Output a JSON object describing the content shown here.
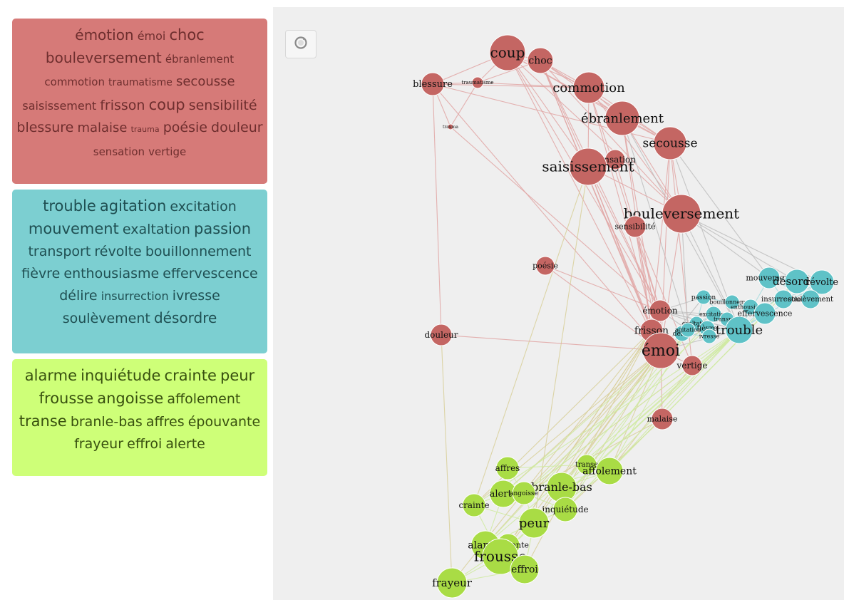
{
  "clusters": [
    {
      "id": "red",
      "color": "#d67a78",
      "words": [
        {
          "t": "émotion",
          "s": 20
        },
        {
          "t": "émoi",
          "s": 16
        },
        {
          "t": "choc",
          "s": 21
        },
        {
          "t": "bouleversement",
          "s": 20
        },
        {
          "t": "ébranlement",
          "s": 15
        },
        {
          "t": "commotion",
          "s": 15
        },
        {
          "t": "traumatisme",
          "s": 14
        },
        {
          "t": "secousse",
          "s": 18
        },
        {
          "t": "saisissement",
          "s": 16
        },
        {
          "t": "frisson",
          "s": 19
        },
        {
          "t": "coup",
          "s": 21
        },
        {
          "t": "sensibilité",
          "s": 19
        },
        {
          "t": "blessure",
          "s": 19
        },
        {
          "t": "malaise",
          "s": 18
        },
        {
          "t": "trauma",
          "s": 11
        },
        {
          "t": "poésie",
          "s": 19
        },
        {
          "t": "douleur",
          "s": 19
        },
        {
          "t": "sensation",
          "s": 15
        },
        {
          "t": "vertige",
          "s": 15
        }
      ]
    },
    {
      "id": "teal",
      "color": "#7ccfd1",
      "words": [
        {
          "t": "trouble",
          "s": 21
        },
        {
          "t": "agitation",
          "s": 21
        },
        {
          "t": "excitation",
          "s": 19
        },
        {
          "t": "mouvement",
          "s": 21
        },
        {
          "t": "exaltation",
          "s": 19
        },
        {
          "t": "passion",
          "s": 21
        },
        {
          "t": "transport",
          "s": 19
        },
        {
          "t": "révolte",
          "s": 19
        },
        {
          "t": "bouillonnement",
          "s": 19
        },
        {
          "t": "fièvre",
          "s": 19
        },
        {
          "t": "enthousiasme",
          "s": 19
        },
        {
          "t": "effervescence",
          "s": 19
        },
        {
          "t": "délire",
          "s": 19
        },
        {
          "t": "insurrection",
          "s": 16
        },
        {
          "t": "ivresse",
          "s": 19
        },
        {
          "t": "soulèvement",
          "s": 19
        },
        {
          "t": "désordre",
          "s": 20
        }
      ]
    },
    {
      "id": "lime",
      "color": "#ceff78",
      "words": [
        {
          "t": "alarme",
          "s": 21
        },
        {
          "t": "inquiétude",
          "s": 21
        },
        {
          "t": "crainte",
          "s": 21
        },
        {
          "t": "peur",
          "s": 21
        },
        {
          "t": "frousse",
          "s": 21
        },
        {
          "t": "angoisse",
          "s": 21
        },
        {
          "t": "affolement",
          "s": 19
        },
        {
          "t": "transe",
          "s": 21
        },
        {
          "t": "branle-bas",
          "s": 19
        },
        {
          "t": "affres",
          "s": 19
        },
        {
          "t": "épouvante",
          "s": 19
        },
        {
          "t": "frayeur",
          "s": 19
        },
        {
          "t": "effroi",
          "s": 19
        },
        {
          "t": "alerte",
          "s": 19
        }
      ]
    }
  ],
  "graph": {
    "reset_icon": "reset-icon",
    "group_colors": {
      "red": "#c46663",
      "teal": "#5fc2c7",
      "lime": "#a9dc45"
    },
    "edge_colors": {
      "red": "#e0a5a3",
      "teal": "#a6dcde",
      "lime": "#cfeaa0",
      "mixed": "#d8cf99",
      "grey": "#bdbdbd"
    },
    "nodes": [
      {
        "id": "coup",
        "label": "coup",
        "g": "red"
      },
      {
        "id": "choc",
        "label": "choc",
        "g": "red"
      },
      {
        "id": "blessure",
        "label": "blessure",
        "g": "red"
      },
      {
        "id": "traumatisme",
        "label": "traumatisme",
        "g": "red"
      },
      {
        "id": "trauma",
        "label": "trauma",
        "g": "red"
      },
      {
        "id": "commotion",
        "label": "commotion",
        "g": "red"
      },
      {
        "id": "ebranlement",
        "label": "ébranlement",
        "g": "red"
      },
      {
        "id": "secousse",
        "label": "secousse",
        "g": "red"
      },
      {
        "id": "sensation",
        "label": "sensation",
        "g": "red"
      },
      {
        "id": "saisissement",
        "label": "saisissement",
        "g": "red"
      },
      {
        "id": "bouleversement",
        "label": "bouleversement",
        "g": "red"
      },
      {
        "id": "sensibilite",
        "label": "sensibilité",
        "g": "red"
      },
      {
        "id": "poesie",
        "label": "poésie",
        "g": "red"
      },
      {
        "id": "douleur",
        "label": "douleur",
        "g": "red"
      },
      {
        "id": "emotion",
        "label": "émotion",
        "g": "red"
      },
      {
        "id": "frisson",
        "label": "frisson",
        "g": "red"
      },
      {
        "id": "emoi",
        "label": "émoi",
        "g": "red"
      },
      {
        "id": "vertige",
        "label": "vertige",
        "g": "red"
      },
      {
        "id": "malaise",
        "label": "malaise",
        "g": "red"
      },
      {
        "id": "mouvement",
        "label": "mouvement",
        "g": "teal"
      },
      {
        "id": "desordre",
        "label": "désordre",
        "g": "teal"
      },
      {
        "id": "revolte",
        "label": "révolte",
        "g": "teal"
      },
      {
        "id": "insurrection",
        "label": "insurrection",
        "g": "teal"
      },
      {
        "id": "soulevement",
        "label": "soulèvement",
        "g": "teal"
      },
      {
        "id": "passion",
        "label": "passion",
        "g": "teal"
      },
      {
        "id": "bouillonnement",
        "label": "bouillonnement",
        "g": "teal"
      },
      {
        "id": "enthousiasme",
        "label": "enthousiasme",
        "g": "teal"
      },
      {
        "id": "effervescence",
        "label": "effervescence",
        "g": "teal"
      },
      {
        "id": "excitation",
        "label": "excitation",
        "g": "teal"
      },
      {
        "id": "exaltation",
        "label": "exaltation",
        "g": "teal"
      },
      {
        "id": "fievre",
        "label": "fièvre",
        "g": "teal"
      },
      {
        "id": "delire",
        "label": "délire",
        "g": "teal"
      },
      {
        "id": "ivresse",
        "label": "ivresse",
        "g": "teal"
      },
      {
        "id": "transport",
        "label": "transport",
        "g": "teal"
      },
      {
        "id": "agitation",
        "label": "agitation",
        "g": "teal"
      },
      {
        "id": "trouble",
        "label": "trouble",
        "g": "teal"
      },
      {
        "id": "affres",
        "label": "affres",
        "g": "lime"
      },
      {
        "id": "transe",
        "label": "transe",
        "g": "lime"
      },
      {
        "id": "affolement",
        "label": "affolement",
        "g": "lime"
      },
      {
        "id": "branle-bas",
        "label": "branle-bas",
        "g": "lime"
      },
      {
        "id": "alerte",
        "label": "alerte",
        "g": "lime"
      },
      {
        "id": "angoisse",
        "label": "angoisse",
        "g": "lime"
      },
      {
        "id": "crainte",
        "label": "crainte",
        "g": "lime"
      },
      {
        "id": "inquietude",
        "label": "inquiétude",
        "g": "lime"
      },
      {
        "id": "peur",
        "label": "peur",
        "g": "lime"
      },
      {
        "id": "alarme",
        "label": "alarme",
        "g": "lime"
      },
      {
        "id": "epouvante",
        "label": "épouvante",
        "g": "lime"
      },
      {
        "id": "frousse",
        "label": "frousse",
        "g": "lime"
      },
      {
        "id": "effroi",
        "label": "effroi",
        "g": "lime"
      },
      {
        "id": "frayeur",
        "label": "frayeur",
        "g": "lime"
      }
    ]
  }
}
